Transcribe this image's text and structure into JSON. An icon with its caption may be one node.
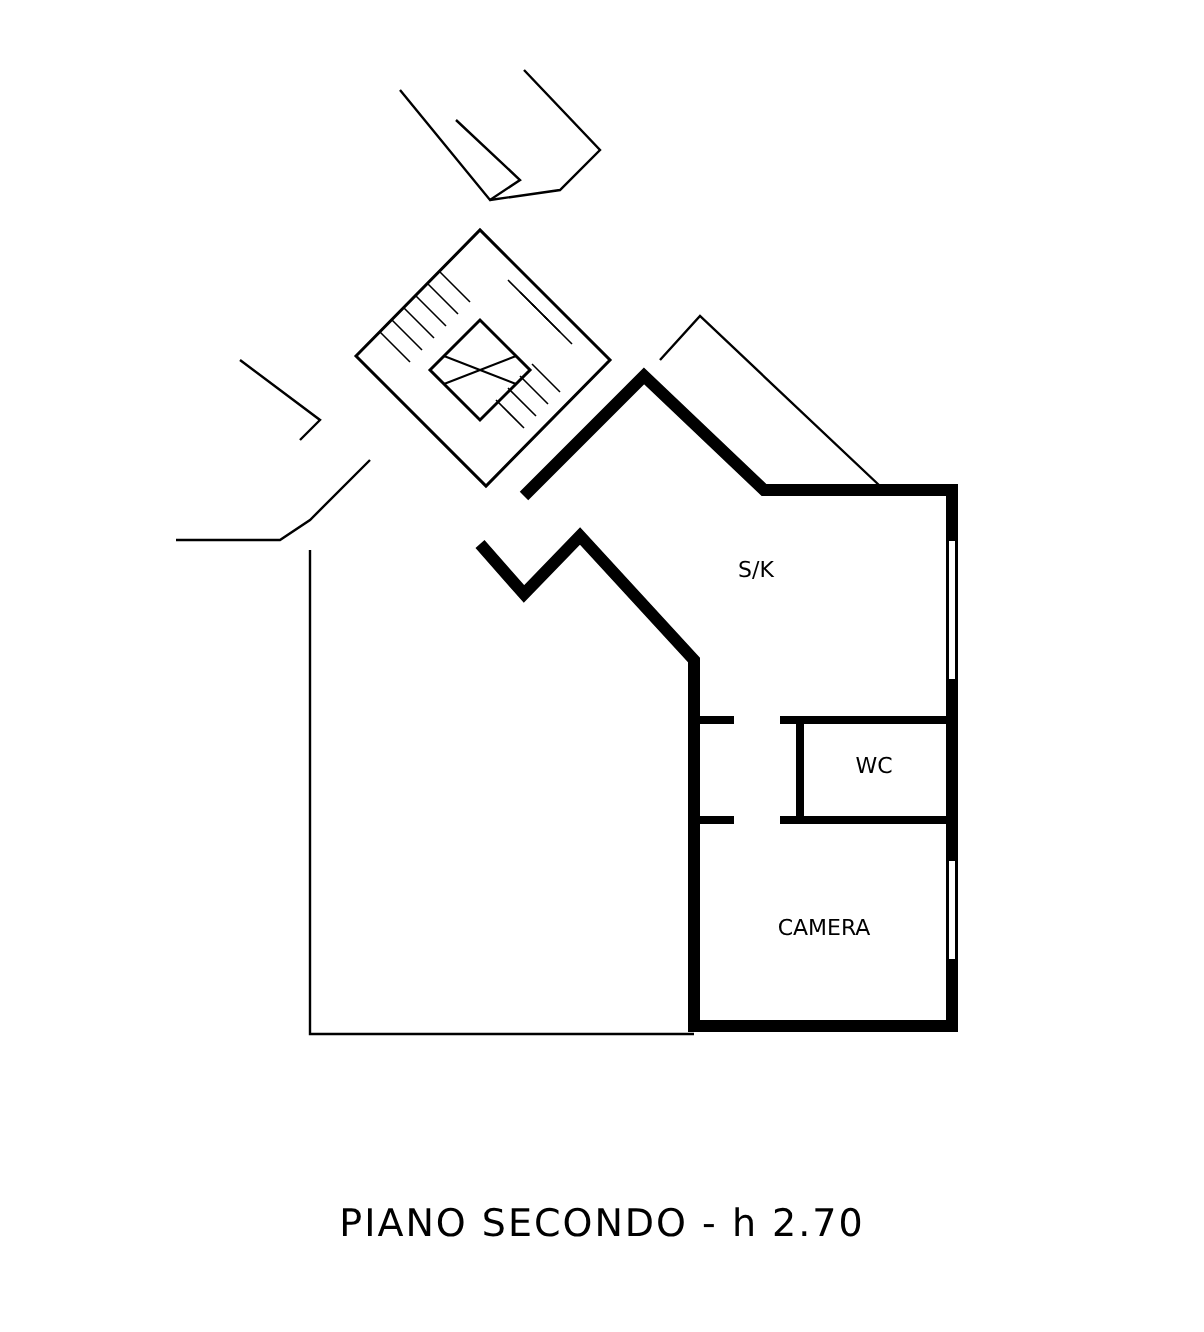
{
  "diagram": {
    "caption": "PIANO SECONDO - h 2.70",
    "labels": [
      "S/K",
      "WC",
      "CAMERA"
    ]
  }
}
